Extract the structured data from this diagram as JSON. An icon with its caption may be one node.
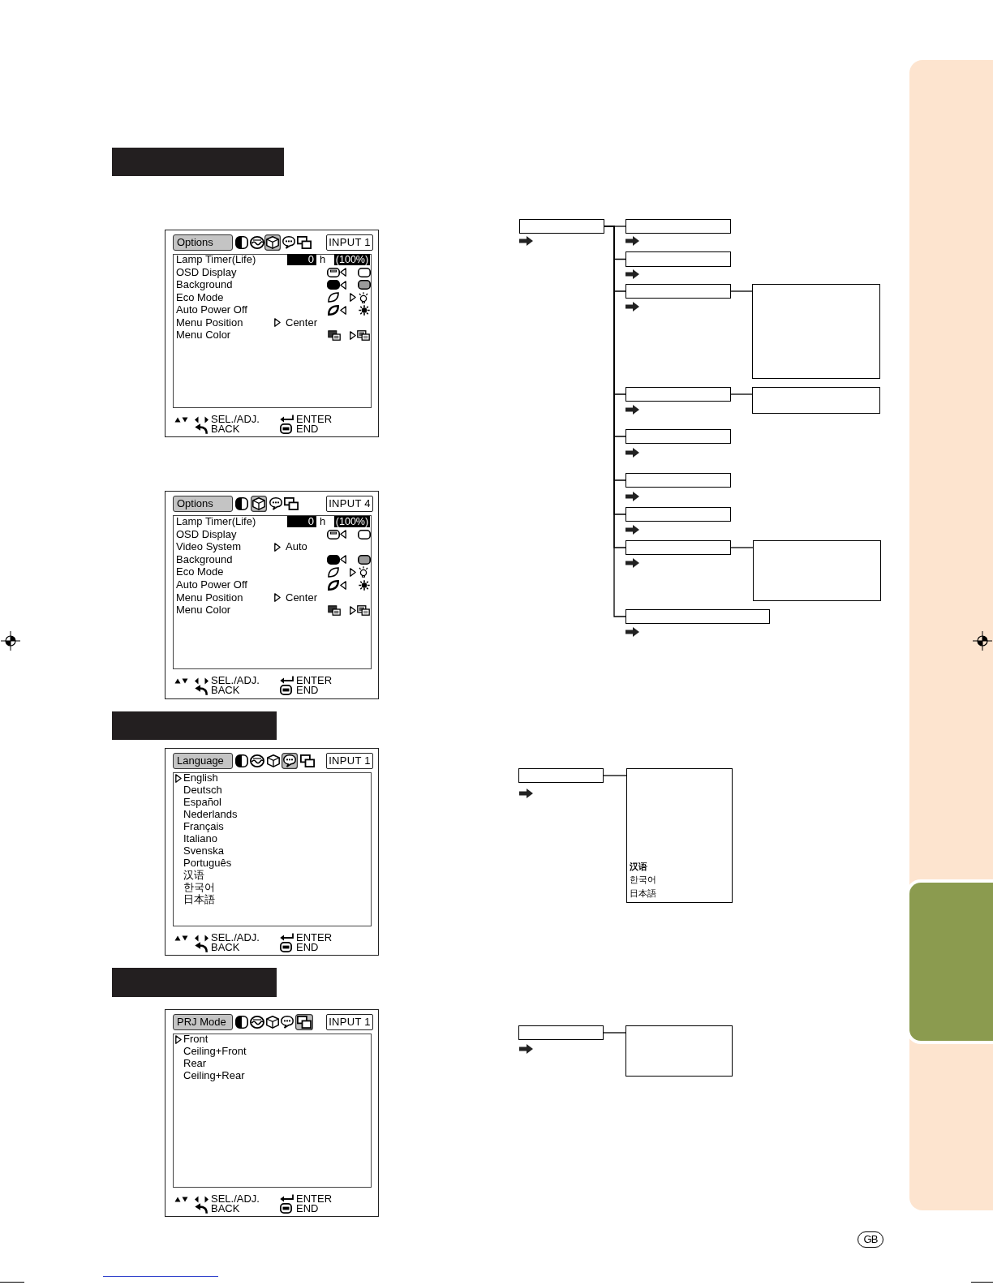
{
  "diagram": {
    "nodes": [
      {
        "text": [],
        "shape": "bar"
      },
      {
        "text": [
          "SEL./ADJ.",
          "ENTER",
          "BACK",
          "END"
        ]
      },
      {
        "text": [
          "Options"
        ],
        "in": 1
      },
      {
        "text": [
          "INPUT 1"
        ],
        "in": 1
      },
      {
        "text": [
          "Lamp Timer(Life)",
          "0",
          "h",
          "(100%)",
          "OSD Display",
          "Background",
          "Eco Mode",
          "Auto Power Off",
          "Menu Position",
          "Center",
          "Menu Color"
        ],
        "in": 1
      },
      {
        "text": [
          "SEL./ADJ.",
          "ENTER",
          "BACK",
          "END"
        ]
      },
      {
        "text": [
          "Options"
        ],
        "in": 5
      },
      {
        "text": [
          "INPUT 4"
        ],
        "in": 5
      },
      {
        "text": [
          "Lamp Timer(Life)",
          "0",
          "h",
          "(100%)",
          "OSD Display",
          "Video System",
          "Auto",
          "Background",
          "Eco Mode",
          "Auto Power Off",
          "Menu Position",
          "Center",
          "Menu Color"
        ],
        "in": 5
      },
      {
        "text": [],
        "shape": "bar"
      },
      {
        "text": [
          "SEL./ADJ.",
          "ENTER",
          "BACK",
          "END"
        ]
      },
      {
        "text": [
          "Language"
        ],
        "in": 10
      },
      {
        "text": [
          "INPUT 1"
        ],
        "in": 10
      },
      {
        "text": [
          "English",
          "Deutsch",
          "Español",
          "Nederlands",
          "Français",
          "Italiano",
          "Svenska",
          "Português",
          "汉语",
          "한국어",
          "日本語"
        ],
        "in": 10
      },
      {
        "text": [],
        "shape": "bar"
      },
      {
        "text": [
          "SEL./ADJ.",
          "ENTER",
          "BACK",
          "END"
        ]
      },
      {
        "text": [
          "PRJ Mode"
        ],
        "in": 15
      },
      {
        "text": [
          "INPUT 1"
        ],
        "in": 15
      },
      {
        "text": [
          "Front",
          "Ceiling+Front",
          "Rear",
          "Ceiling+Rear"
        ],
        "in": 15
      },
      {
        "text": [],
        "shape": "box"
      },
      {
        "text": [],
        "shape": "box"
      },
      {
        "text": [],
        "shape": "box"
      },
      {
        "text": [],
        "shape": "box"
      },
      {
        "text": [],
        "shape": "box"
      },
      {
        "text": [],
        "shape": "box"
      },
      {
        "text": [],
        "shape": "box"
      },
      {
        "text": [],
        "shape": "box"
      },
      {
        "text": [],
        "shape": "box"
      },
      {
        "text": [],
        "shape": "box"
      },
      {
        "text": [],
        "shape": "box"
      },
      {
        "text": [],
        "shape": "box"
      },
      {
        "text": [],
        "shape": "box"
      },
      {
        "text": [],
        "shape": "box"
      },
      {
        "text": [
          "汉语",
          "한국어",
          "日本語"
        ]
      },
      {
        "text": [],
        "shape": "box"
      },
      {
        "text": [],
        "shape": "box"
      },
      {
        "text": [],
        "shape": "tab"
      },
      {
        "text": [
          "GB"
        ]
      }
    ],
    "edges": [
      {
        "from": 19,
        "to": 20,
        "arrow": "none"
      },
      {
        "from": 19,
        "to": 21,
        "arrow": "none"
      },
      {
        "from": 19,
        "to": 22,
        "arrow": "none"
      },
      {
        "from": 19,
        "to": 23,
        "arrow": "none"
      },
      {
        "from": 19,
        "to": 24,
        "arrow": "none"
      },
      {
        "from": 19,
        "to": 25,
        "arrow": "none"
      },
      {
        "from": 19,
        "to": 26,
        "arrow": "none"
      },
      {
        "from": 19,
        "to": 27,
        "arrow": "none"
      },
      {
        "from": 19,
        "to": 28,
        "arrow": "none"
      },
      {
        "from": 22,
        "to": 29,
        "arrow": "none"
      },
      {
        "from": 23,
        "to": 30,
        "arrow": "none"
      },
      {
        "from": 27,
        "to": 31,
        "arrow": "none"
      },
      {
        "from": 32,
        "to": 33,
        "arrow": "none"
      },
      {
        "from": 34,
        "to": 35,
        "arrow": "none"
      }
    ]
  }
}
